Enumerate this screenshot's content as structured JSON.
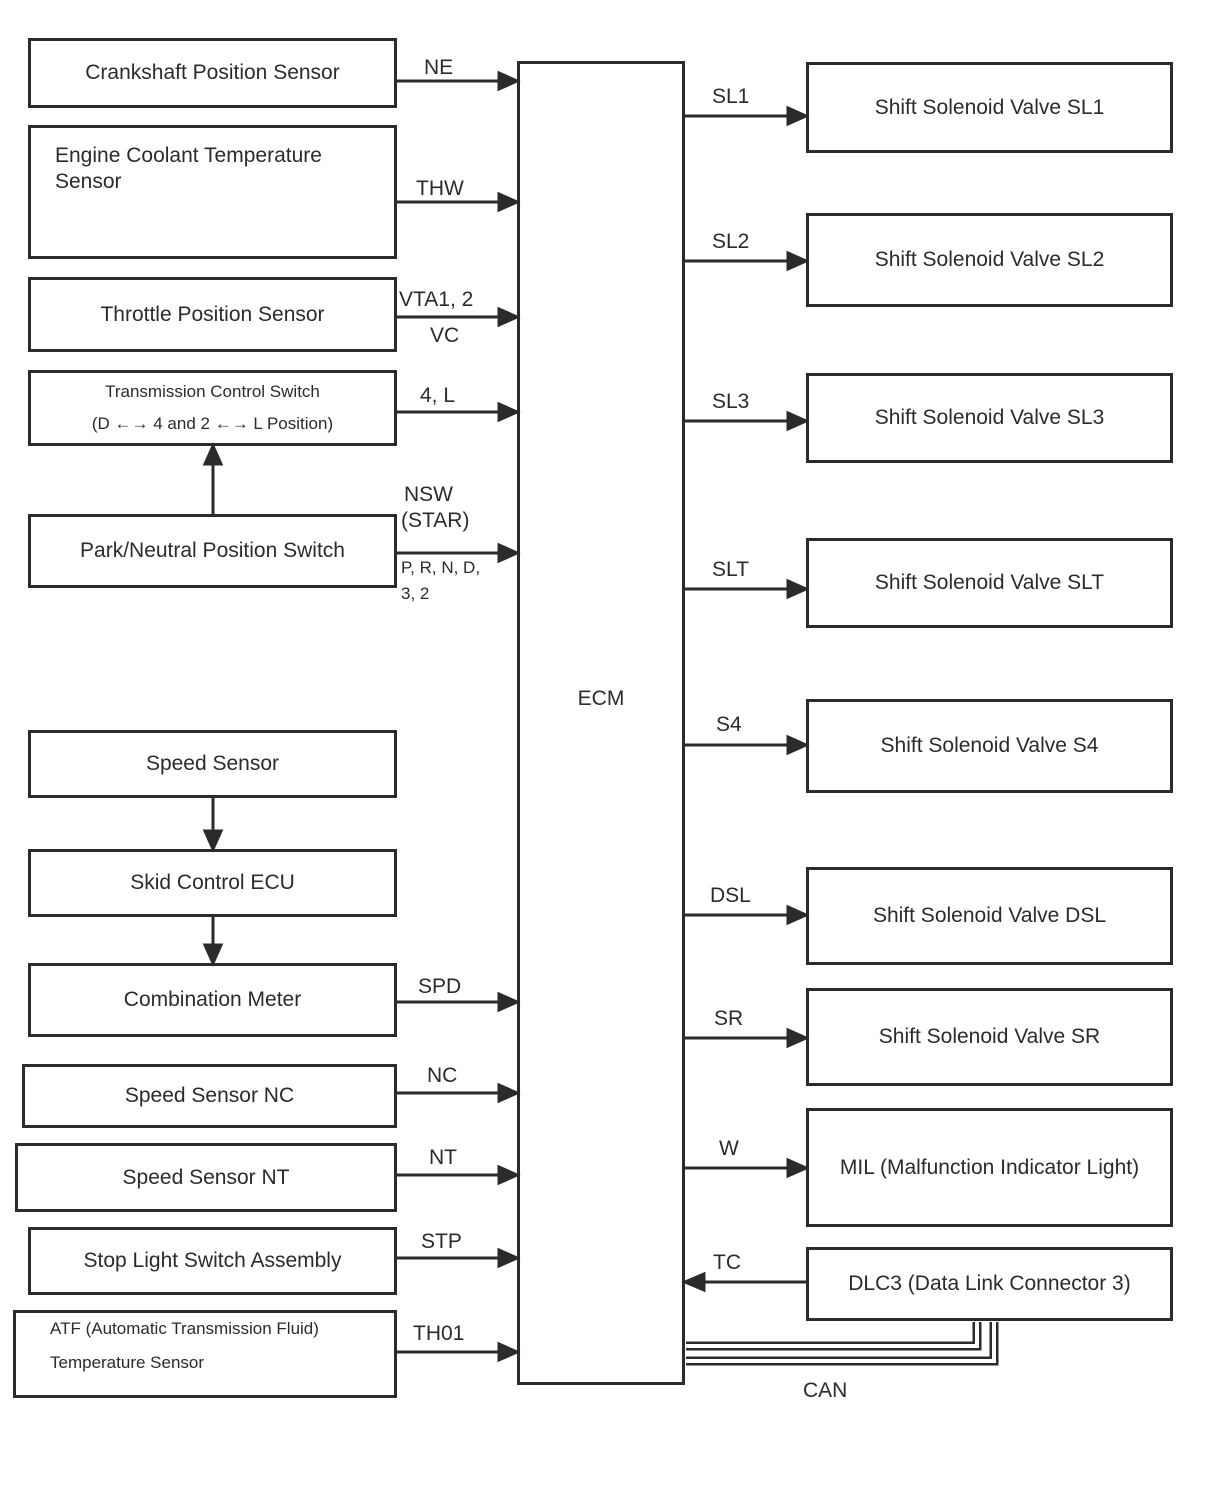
{
  "diagram": {
    "ecm": {
      "label": "ECM"
    },
    "bus": {
      "label": "CAN"
    },
    "inputs": [
      {
        "label": "Crankshaft Position Sensor"
      },
      {
        "line1": "Engine Coolant Temperature",
        "line2": "Sensor"
      },
      {
        "label": "Throttle Position Sensor"
      },
      {
        "line1": "Transmission Control Switch",
        "line2": "(D ←→ 4 and 2 ←→ L Position)"
      },
      {
        "label": "Park/Neutral Position Switch"
      },
      {
        "label": "Speed Sensor"
      },
      {
        "label": "Skid Control ECU"
      },
      {
        "label": "Combination Meter"
      },
      {
        "label": "Speed Sensor NC"
      },
      {
        "label": "Speed Sensor NT"
      },
      {
        "label": "Stop Light Switch Assembly"
      },
      {
        "line1": "ATF (Automatic Transmission Fluid)",
        "line2": "Temperature Sensor"
      }
    ],
    "outputs": [
      {
        "label": "Shift Solenoid Valve SL1"
      },
      {
        "label": "Shift Solenoid Valve SL2"
      },
      {
        "label": "Shift Solenoid Valve SL3"
      },
      {
        "label": "Shift Solenoid Valve SLT"
      },
      {
        "label": "Shift Solenoid Valve S4"
      },
      {
        "label": "Shift Solenoid Valve DSL"
      },
      {
        "label": "Shift Solenoid Valve SR"
      },
      {
        "label": "MIL (Malfunction Indicator Light)"
      },
      {
        "label": "DLC3 (Data Link Connector 3)"
      }
    ],
    "pins": {
      "ne": "NE",
      "thw": "THW",
      "vta": "VTA1, 2",
      "vc": "VC",
      "four_l": "4, L",
      "nsw": "NSW",
      "star": "(STAR)",
      "prnd": "P, R, N, D,",
      "three_two": "3, 2",
      "spd": "SPD",
      "nc": "NC",
      "nt": "NT",
      "stp": "STP",
      "th01": "TH01",
      "sl1": "SL1",
      "sl2": "SL2",
      "sl3": "SL3",
      "slt": "SLT",
      "s4": "S4",
      "dsl": "DSL",
      "sr": "SR",
      "w": "W",
      "tc": "TC"
    }
  }
}
